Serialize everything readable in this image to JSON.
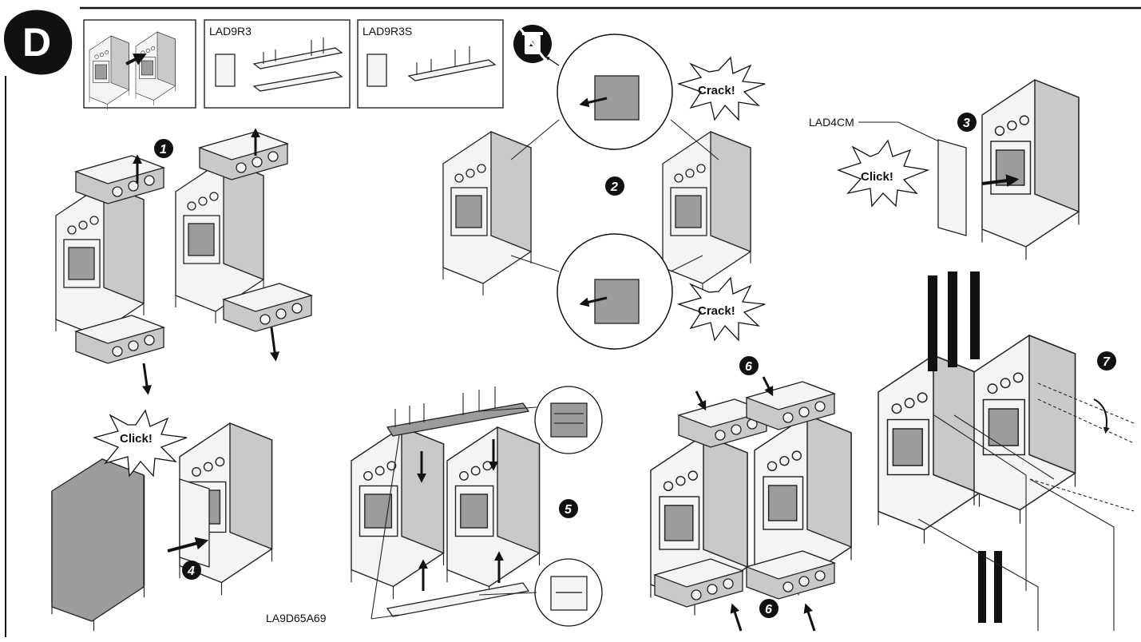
{
  "header": {
    "section_letter": "D"
  },
  "kit_boxes": [
    {
      "id": "reverse-assembly",
      "label": ""
    },
    {
      "id": "lad9r3",
      "label": "LAD9R3"
    },
    {
      "id": "lad9r3s",
      "label": "LAD9R3S"
    }
  ],
  "labels": {
    "lad4cm": "LAD4CM",
    "la9d65a69": "LA9D65A69"
  },
  "bursts": {
    "crack_top": "Crack!",
    "crack_bottom": "Crack!",
    "click_step3": "Click!",
    "click_step4": "Click!"
  },
  "steps": {
    "s1": "1",
    "s2": "2",
    "s3": "3",
    "s4": "4",
    "s5": "5",
    "s6a": "6",
    "s6b": "6",
    "s7": "7"
  },
  "icons": [
    "recycle-bin-icon"
  ],
  "colors": {
    "ink": "#111111",
    "light_part": "#f4f4f4",
    "dark_part": "#9c9c9c"
  }
}
